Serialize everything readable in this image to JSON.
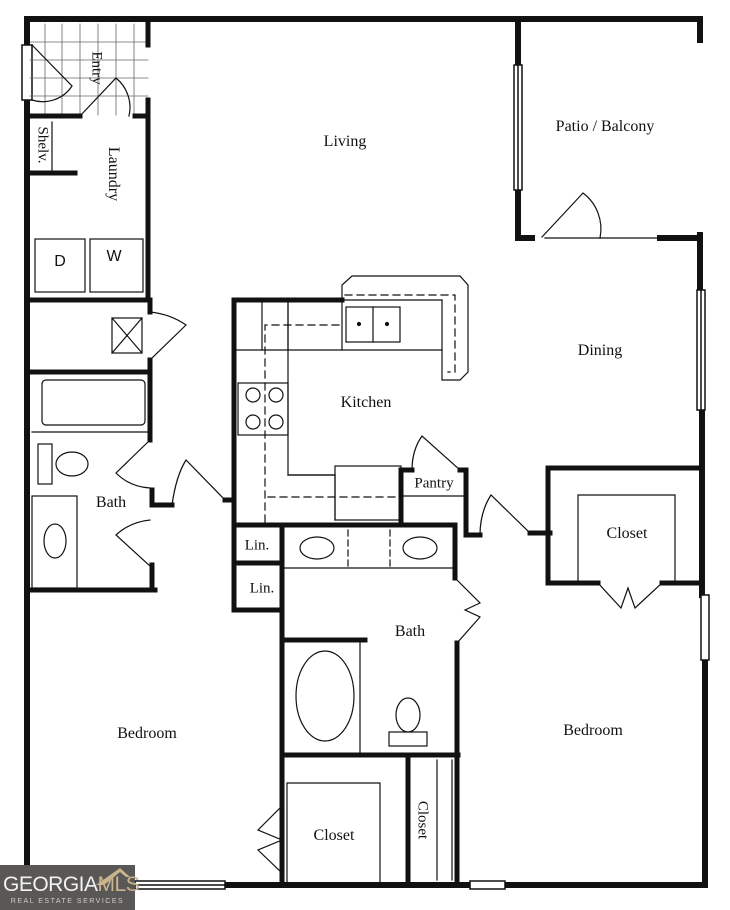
{
  "floorplan": {
    "rooms": {
      "entry": "Entry",
      "shelves": "Shelv.",
      "laundry": "Laundry",
      "dryer": "D",
      "washer": "W",
      "living": "Living",
      "patio": "Patio / Balcony",
      "dining": "Dining",
      "kitchen": "Kitchen",
      "pantry": "Pantry",
      "bath_left": "Bath",
      "linen_1": "Lin.",
      "linen_2": "Lin.",
      "bath_center": "Bath",
      "closet_right": "Closet",
      "bedroom_left": "Bedroom",
      "bedroom_right": "Bedroom",
      "closet_bottom": "Closet",
      "closet_bottom_narrow": "Closet"
    },
    "colors": {
      "wall": "#111111",
      "background": "#ffffff"
    }
  },
  "logo": {
    "brand_part1": "GEORGIA",
    "brand_part2": "MLS",
    "tagline": "REAL ESTATE SERVICES",
    "bg_color": "#5a5856",
    "accent_color": "#c9b48e"
  }
}
